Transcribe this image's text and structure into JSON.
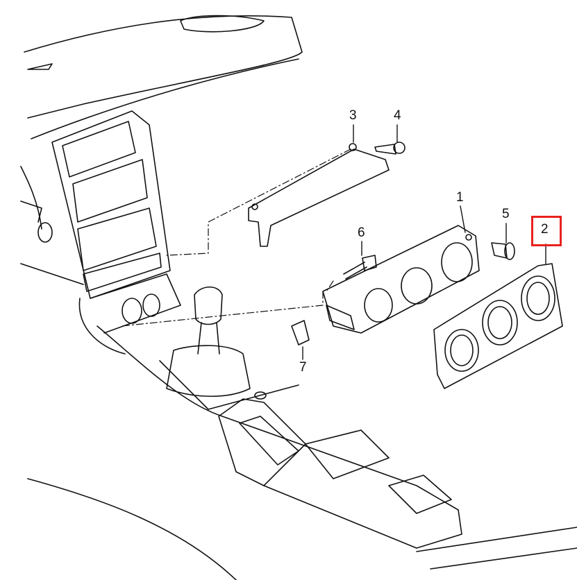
{
  "diagram": {
    "callouts": [
      {
        "id": "1",
        "label": "1"
      },
      {
        "id": "2",
        "label": "2",
        "highlighted": true
      },
      {
        "id": "3",
        "label": "3"
      },
      {
        "id": "4",
        "label": "4"
      },
      {
        "id": "5",
        "label": "5"
      },
      {
        "id": "6",
        "label": "6"
      },
      {
        "id": "7",
        "label": "7"
      }
    ],
    "highlight_color": "#e8211d"
  }
}
